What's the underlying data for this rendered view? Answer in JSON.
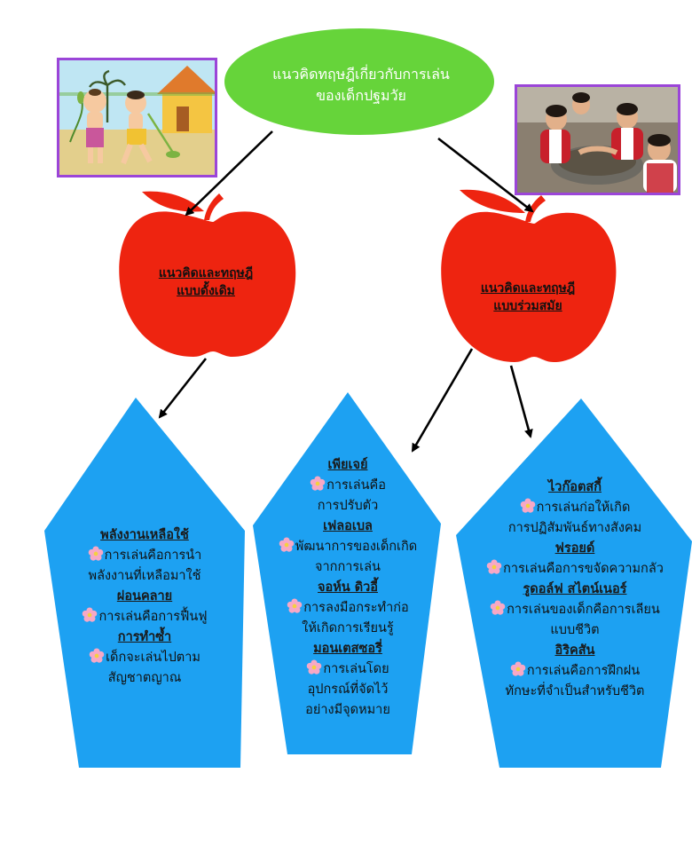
{
  "center": {
    "line1": "แนวคิดทฤษฎีเกี่ยวกับการเล่น",
    "line2": "ของเด็กปฐมวัย",
    "color": "#66d43a"
  },
  "apples": {
    "color": "#ee2410",
    "left": {
      "line1": "แนวคิดและทฤษฎี",
      "line2": "แบบดั้งเดิม"
    },
    "right": {
      "line1": "แนวคิดและทฤษฎี",
      "line2": "แบบร่วมสมัย"
    }
  },
  "panel_color": "#1da1f2",
  "panels": {
    "left": [
      {
        "type": "head",
        "text": "พลังงานเหลือใช้"
      },
      {
        "type": "bullet",
        "text": "การเล่นคือการนำ"
      },
      {
        "type": "text",
        "text": "พลังงานที่เหลือมาใช้"
      },
      {
        "type": "head",
        "text": "ผ่อนคลาย"
      },
      {
        "type": "bullet",
        "text": "การเล่นคือการฟื้นฟู"
      },
      {
        "type": "head",
        "text": "การทำซ้ำ"
      },
      {
        "type": "bullet",
        "text": "เด็กจะเล่นไปตาม"
      },
      {
        "type": "text",
        "text": "สัญชาตญาณ"
      }
    ],
    "middle": [
      {
        "type": "head",
        "text": "เพียเจย์"
      },
      {
        "type": "bullet",
        "text": "การเล่นคือ"
      },
      {
        "type": "text",
        "text": "การปรับตัว"
      },
      {
        "type": "head",
        "text": "เฟลอเบล"
      },
      {
        "type": "bullet",
        "text": "พัฒนาการของเด็กเกิด"
      },
      {
        "type": "text",
        "text": "จากการเล่น"
      },
      {
        "type": "head",
        "text": "จอห์น ดิวอี้"
      },
      {
        "type": "bullet",
        "text": "การลงมือกระทำก่อ"
      },
      {
        "type": "text",
        "text": "ให้เกิดการเรียนรู้"
      },
      {
        "type": "head",
        "text": "มอนเตสซอรี่"
      },
      {
        "type": "bullet",
        "text": "การเล่นโดย"
      },
      {
        "type": "text",
        "text": "อุปกรณ์ที่จัดไว้"
      },
      {
        "type": "text",
        "text": "อย่างมีจุดหมาย"
      }
    ],
    "right": [
      {
        "type": "head",
        "text": "ไวก๊อตสกี้"
      },
      {
        "type": "bullet",
        "text": "การเล่นก่อให้เกิด"
      },
      {
        "type": "text",
        "text": "การปฏิสัมพันธ์ทางสังคม"
      },
      {
        "type": "head",
        "text": "ฟรอยด์"
      },
      {
        "type": "bullet",
        "text": "การเล่นคือการขจัดความกลัว"
      },
      {
        "type": "head",
        "text": "รูดอล์ฟ สไตน์เนอร์"
      },
      {
        "type": "bullet",
        "text": "การเล่นของเด็กคือการเลียน"
      },
      {
        "type": "text",
        "text": "แบบชีวิต"
      },
      {
        "type": "head",
        "text": "อิริคสัน"
      },
      {
        "type": "bullet",
        "text": "การเล่นคือการฝึกฝน"
      },
      {
        "type": "text",
        "text": "ทักษะที่จำเป็นสำหรับชีวิต"
      }
    ]
  },
  "icons": {
    "bullet": "pink-flower-icon",
    "left_image": "cartoon-children-playing-image",
    "right_image": "children-playing-sand-photo"
  }
}
